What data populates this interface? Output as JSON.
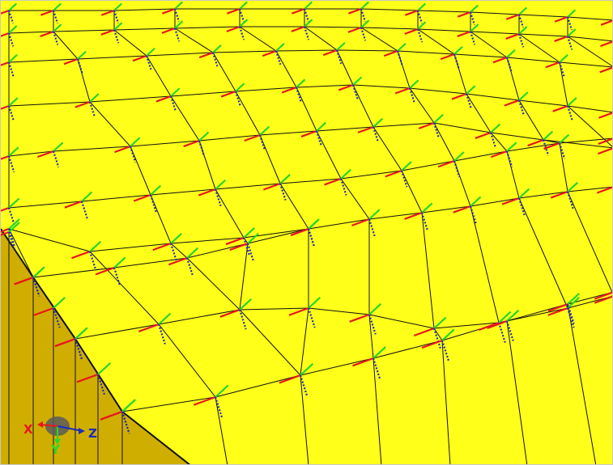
{
  "viewport": {
    "background_color": "#d4d4d4",
    "surface_color": "#ffff1a",
    "side_wall_color": "#cfae00",
    "mesh_line_color": "#101010",
    "triad_colors": {
      "x": "#e8161e",
      "y": "#22d82a",
      "z": "#1c2bbf"
    }
  },
  "axis_triad": {
    "x_label": "X",
    "y_label": "Y",
    "z_label": "Z"
  }
}
